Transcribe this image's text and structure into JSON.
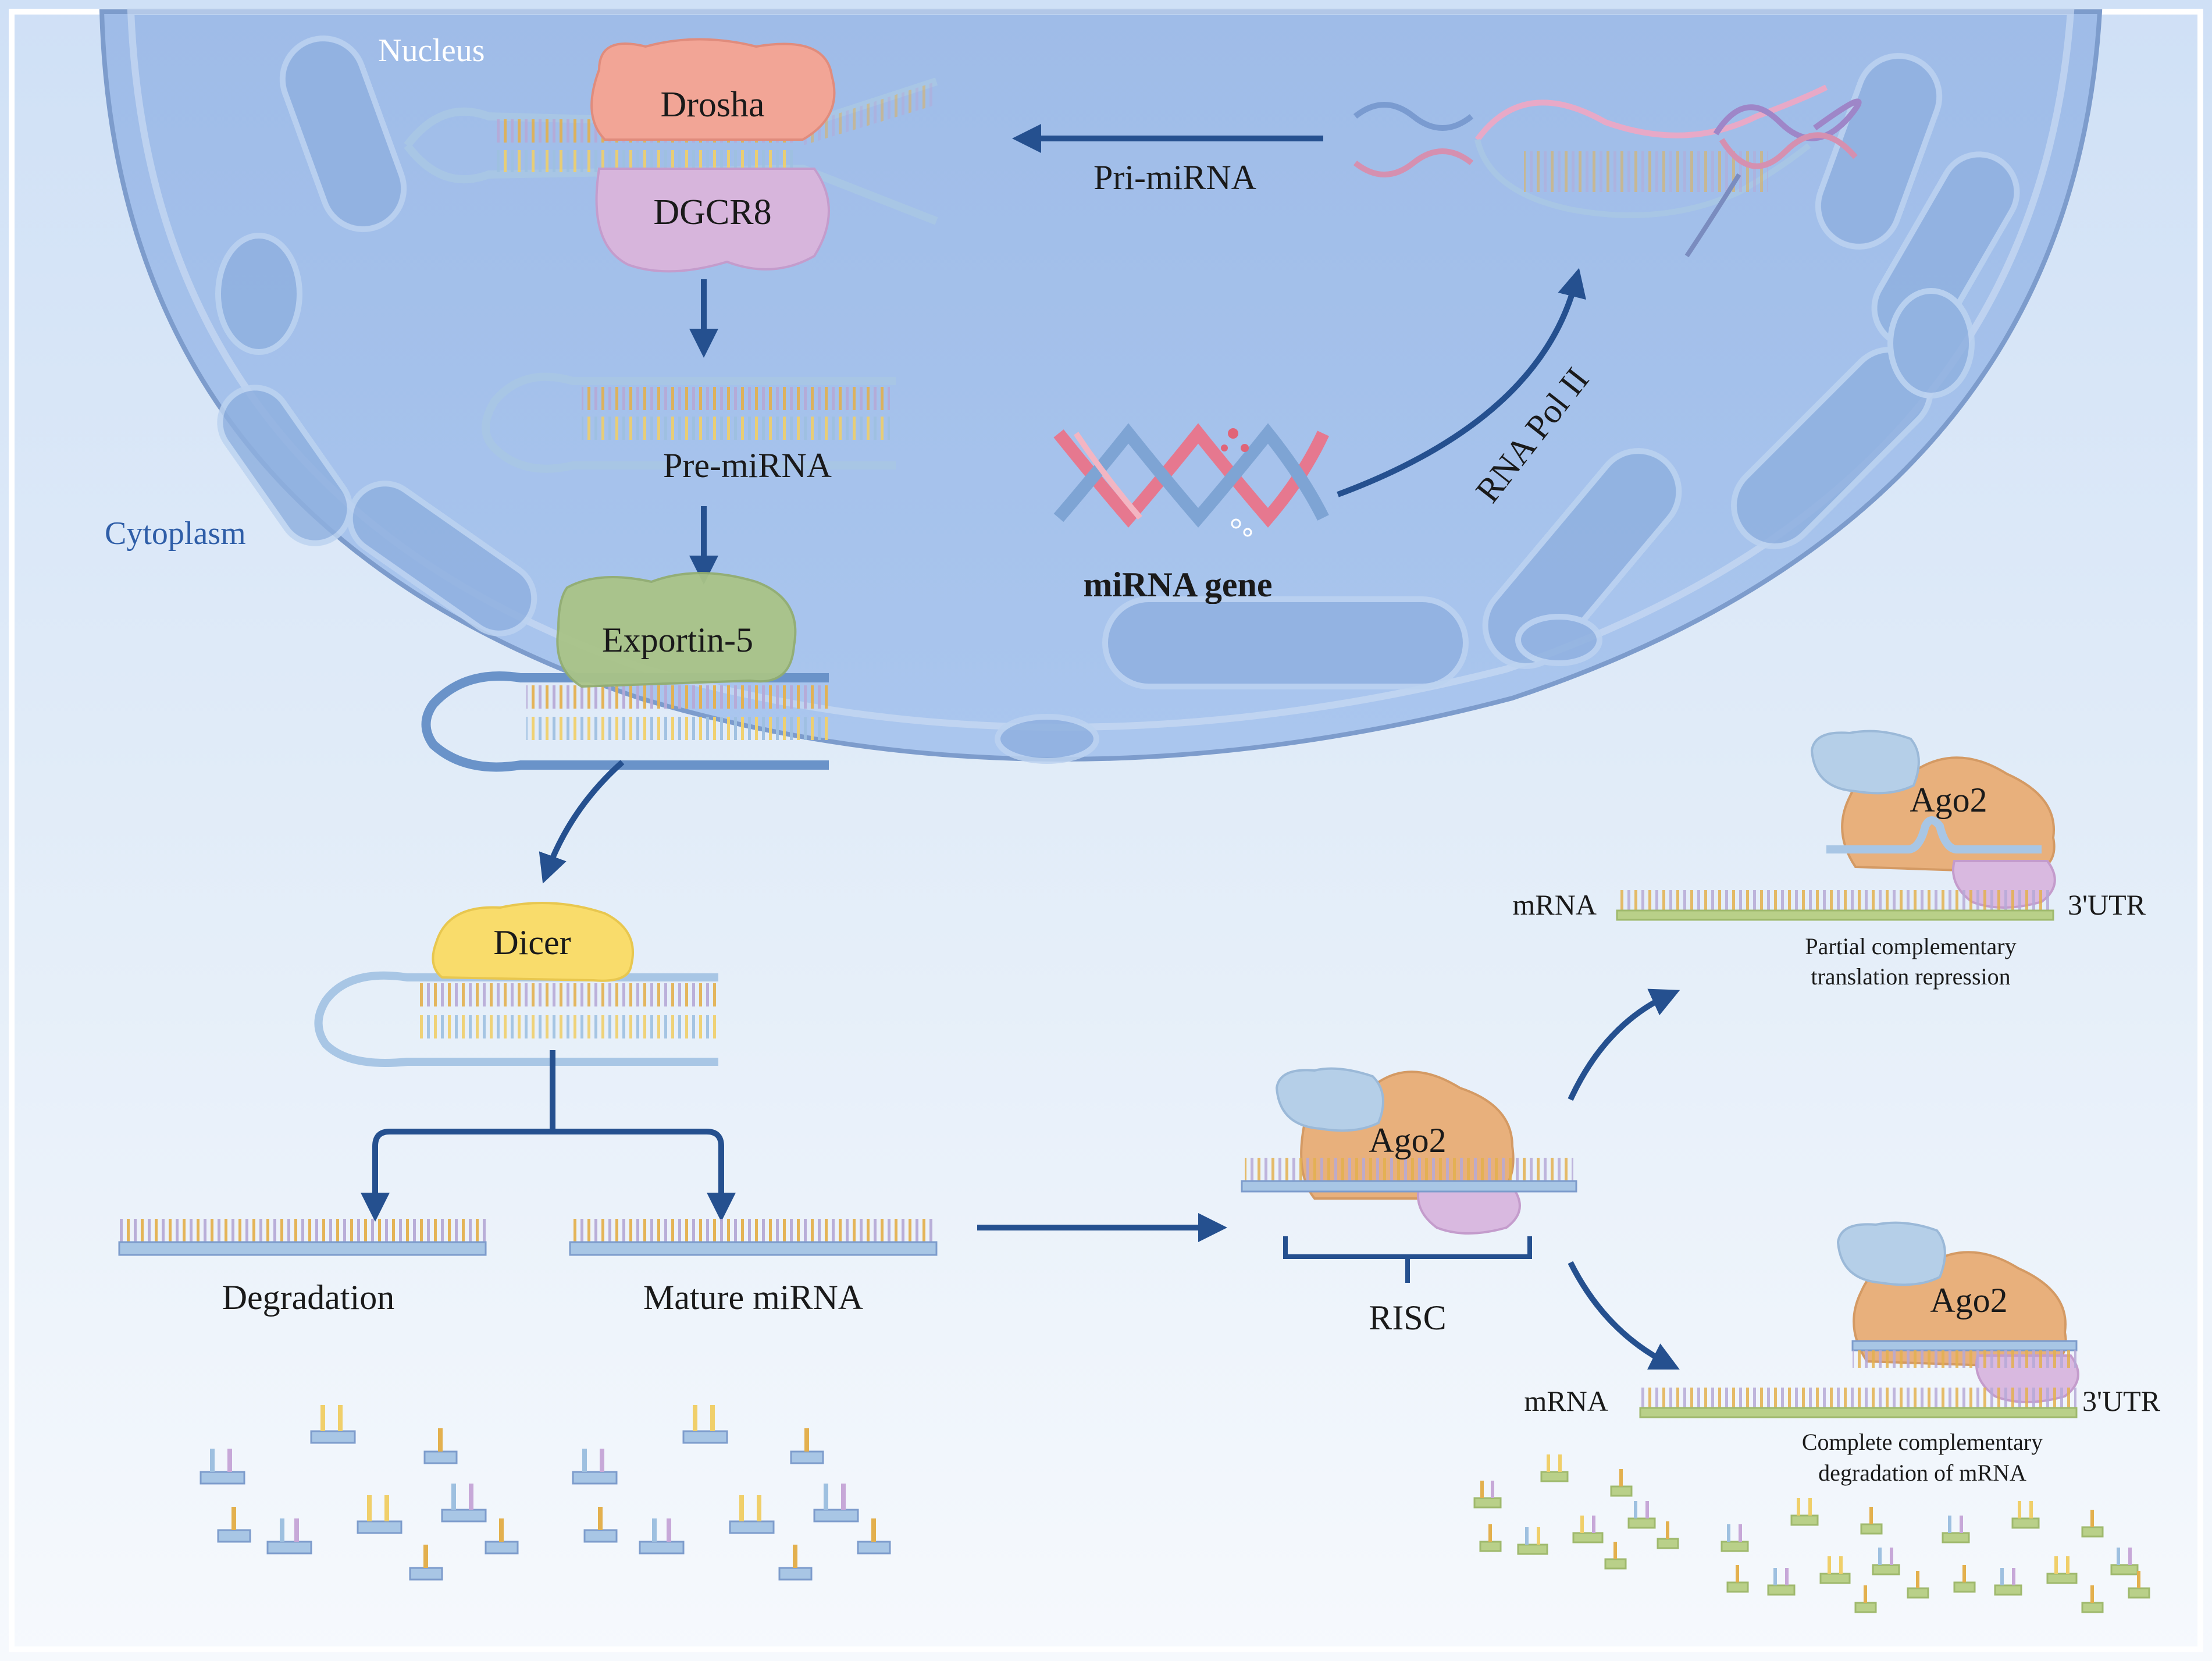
{
  "regions": {
    "nucleus": "Nucleus",
    "cytoplasm": "Cytoplasm"
  },
  "proteins": {
    "drosha": "Drosha",
    "dgcr8": "DGCR8",
    "exportin": "Exportin-5",
    "dicer": "Dicer",
    "ago2_risc": "Ago2",
    "ago2_partial": "Ago2",
    "ago2_complete": "Ago2"
  },
  "labels": {
    "pri_mirna": "Pri-miRNA",
    "pre_mirna": "Pre-miRNA",
    "mirna_gene": "miRNA gene",
    "rna_pol": "RNA Pol II",
    "degradation": "Degradation",
    "mature_mirna": "Mature miRNA",
    "risc": "RISC",
    "mrna_top": "mRNA",
    "utr_top": "3'UTR",
    "mrna_bottom": "mRNA",
    "utr_bottom": "3'UTR",
    "partial_line1": "Partial complementary",
    "partial_line2": "translation repression",
    "complete_line1": "Complete complementary",
    "complete_line2": "degradation of mRNA"
  },
  "colors": {
    "arrow": "#25508f",
    "nucleus_fill": "#a9c3ea",
    "drosha": "#f2a596",
    "dgcr8": "#d7b5dc",
    "exportin": "#a9c387",
    "dicer": "#f9dc6b",
    "ago2": "#e8b07c",
    "ago2_blue": "#b5cfe8",
    "ago2_purple": "#d9b9e0",
    "strand": "#a8c6e5",
    "mrna_strand": "#b9d089"
  }
}
